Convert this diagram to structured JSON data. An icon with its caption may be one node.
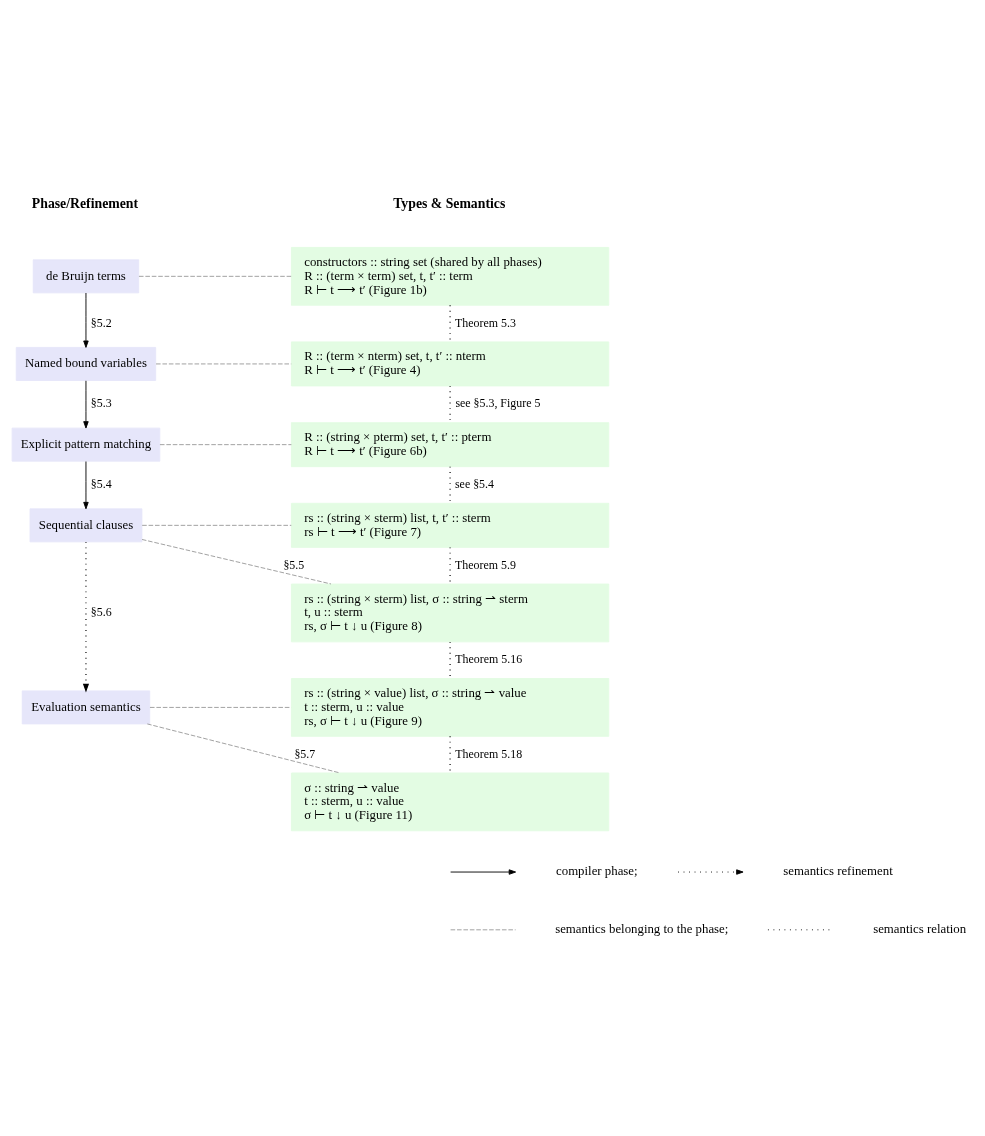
{
  "diagram": {
    "nodes": [
      {
        "text": [
          "de Bruijn terms"
        ]
      },
      {
        "text": [
          "Named bound variables"
        ]
      },
      {
        "text": [
          "Explicit pattern matching"
        ]
      },
      {
        "text": [
          "Sequential clauses"
        ]
      },
      {
        "text": [
          "Evaluation semantics"
        ]
      },
      {
        "text": [
          "constructors :: string set (shared by all phases)",
          "R :: (term × term) set, t, t′ :: term",
          "R ⊢ t ⟶ t′ (Figure 1b)"
        ]
      },
      {
        "text": [
          "R :: (term × nterm) set, t, t′ :: nterm",
          "R ⊢ t ⟶ t′ (Figure 4)"
        ]
      },
      {
        "text": [
          "R :: (string × pterm) set, t, t′ :: pterm",
          "R ⊢ t ⟶ t′ (Figure 6b)"
        ]
      },
      {
        "text": [
          "rs :: (string × sterm) list, t, t′ :: sterm",
          "rs ⊢ t ⟶ t′ (Figure 7)"
        ]
      },
      {
        "text": [
          "rs :: (string × sterm) list, σ :: string ⇀ sterm",
          "t, u :: sterm",
          "rs, σ ⊢ t ↓ u (Figure 8)"
        ]
      },
      {
        "text": [
          "rs :: (string × value) list, σ :: string ⇀ value",
          "t :: sterm, u :: value",
          "rs, σ ⊢ t ↓ u (Figure 9)"
        ]
      },
      {
        "text": [
          "σ :: string ⇀ value",
          "t :: sterm, u :: value",
          "σ ⊢ t ↓ u (Figure 11)"
        ]
      }
    ],
    "edges": [
      {
        "from": 0,
        "to": 1,
        "arrow": "to",
        "label": "§5.2"
      },
      {
        "from": 1,
        "to": 2,
        "arrow": "to",
        "label": "§5.3"
      },
      {
        "from": 2,
        "to": 3,
        "arrow": "to",
        "label": "§5.4"
      },
      {
        "from": 3,
        "to": 4,
        "arrow": "to",
        "label": "§5.6",
        "style": "dashed"
      },
      {
        "from": 0,
        "to": 5,
        "arrow": "none",
        "style": "dashed",
        "color": "#999999"
      },
      {
        "from": 1,
        "to": 6,
        "arrow": "none",
        "style": "dashed",
        "color": "#999999"
      },
      {
        "from": 2,
        "to": 7,
        "arrow": "none",
        "style": "dashed",
        "color": "#999999"
      },
      {
        "from": 3,
        "to": 8,
        "arrow": "none",
        "style": "dashed",
        "color": "#999999"
      },
      {
        "from": 3,
        "to": 9,
        "arrow": "none",
        "label": "§5.5",
        "style": "dashed",
        "color": "#999999"
      },
      {
        "from": 4,
        "to": 10,
        "arrow": "none",
        "style": "dashed",
        "color": "#999999"
      },
      {
        "from": 4,
        "to": 11,
        "arrow": "none",
        "label": "§5.7",
        "style": "dashed",
        "color": "#999999"
      },
      {
        "from": 5,
        "to": 6,
        "arrow": "none",
        "label": "Theorem 5.3",
        "style": "dashed"
      },
      {
        "from": 6,
        "to": 7,
        "arrow": "none",
        "label": "see §5.3, Figure 5",
        "style": "dashed"
      },
      {
        "from": 7,
        "to": 8,
        "arrow": "none",
        "label": "see §5.4",
        "style": "dashed"
      },
      {
        "from": 8,
        "to": 9,
        "arrow": "none",
        "label": "Theorem 5.9",
        "style": "dashed"
      },
      {
        "from": 9,
        "to": 10,
        "arrow": "none",
        "label": "Theorem 5.16",
        "style": "dashed"
      },
      {
        "from": 10,
        "to": 11,
        "arrow": "none",
        "label": "Theorem 5.18",
        "style": "dashed"
      }
    ],
    "labels": [
      "Phase/Refinement",
      "Types & Semantics"
    ],
    "legend": [
      {
        "text": "compiler phase;"
      },
      {
        "text": "semantics refinement"
      },
      {
        "text": "semantics belonging to the phase;"
      },
      {
        "text": "semantics relation"
      }
    ]
  }
}
